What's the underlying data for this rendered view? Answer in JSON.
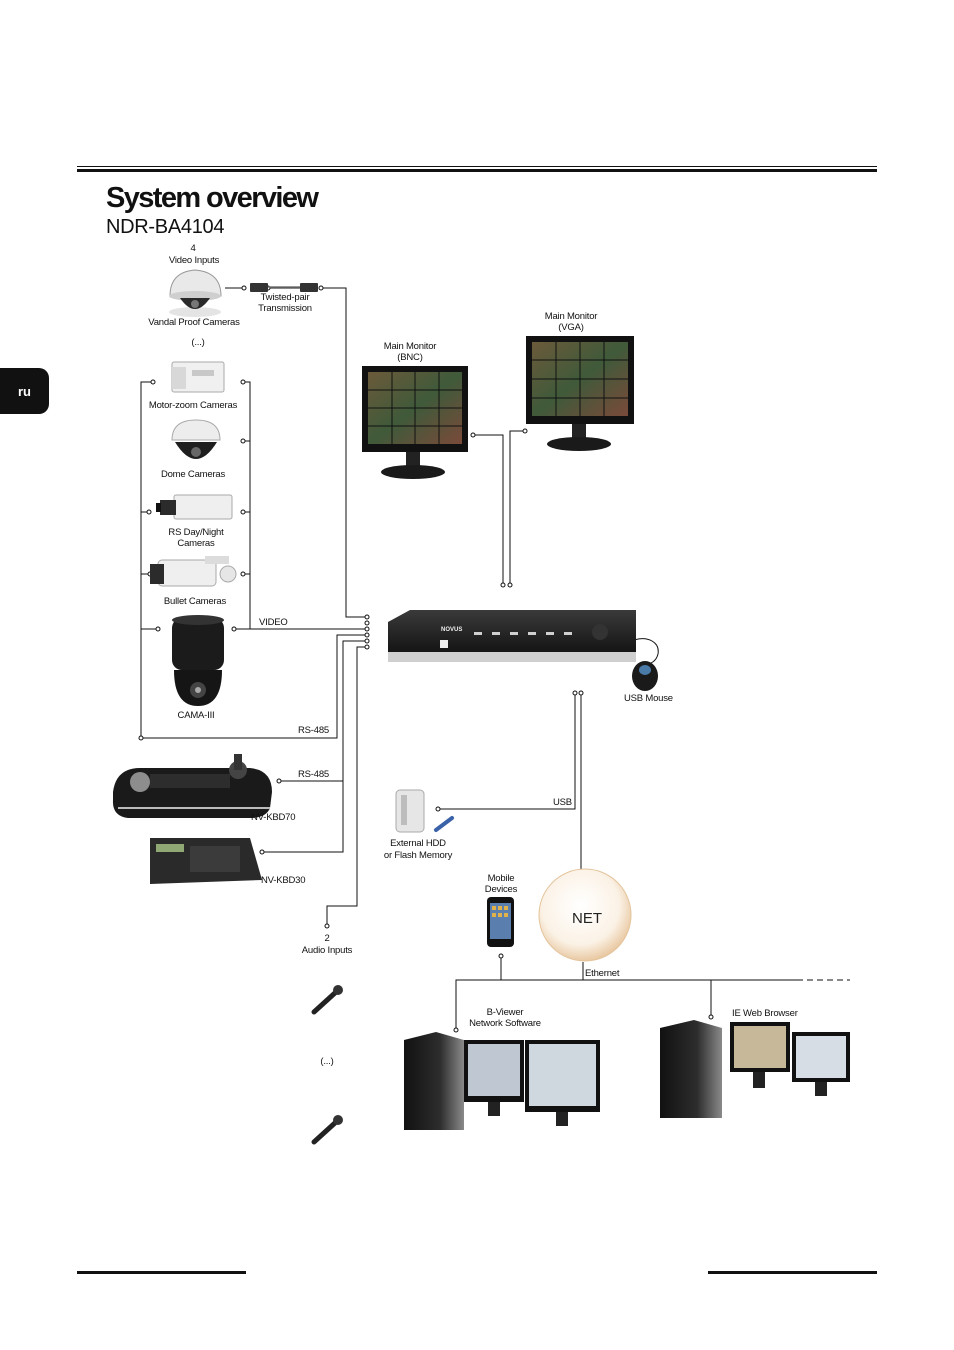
{
  "header": {
    "title": "System overview",
    "model": "NDR-BA4104",
    "lang_tab": "ru"
  },
  "labels": {
    "video_inputs_count": "4",
    "video_inputs": "Video Inputs",
    "vandal": "Vandal Proof Cameras",
    "twisted1": "Twisted-pair",
    "twisted2": "Transmission",
    "ellipsis_top": "(...)",
    "motor": "Motor-zoom Cameras",
    "dome": "Dome Cameras",
    "rs_daynight1": "RS Day/Night",
    "rs_daynight2": "Cameras",
    "bullet": "Bullet Cameras",
    "video": "VIDEO",
    "cama": "CAMA-III",
    "rs485_a": "RS-485",
    "rs485_b": "RS-485",
    "kbd70": "NV-KBD70",
    "kbd30": "NV-KBD30",
    "audio_count": "2",
    "audio_inputs": "Audio Inputs",
    "ellipsis_audio": "(...)",
    "mon_bnc1": "Main Monitor",
    "mon_bnc2": "(BNC)",
    "mon_vga1": "Main Monitor",
    "mon_vga2": "(VGA)",
    "usb_mouse": "USB Mouse",
    "usb": "USB",
    "hdd1": "External HDD",
    "hdd2": "or Flash Memory",
    "mobile1": "Mobile",
    "mobile2": "Devices",
    "net": "NET",
    "ethernet": "Ethernet",
    "bviewer1": "B-Viewer",
    "bviewer2": "Network Software",
    "ie": "IE Web Browser",
    "brand": "NOVUS"
  },
  "colors": {
    "line": "#111111",
    "device_dark": "#1c1c1c",
    "net_bubble": "#f3dfc4"
  }
}
